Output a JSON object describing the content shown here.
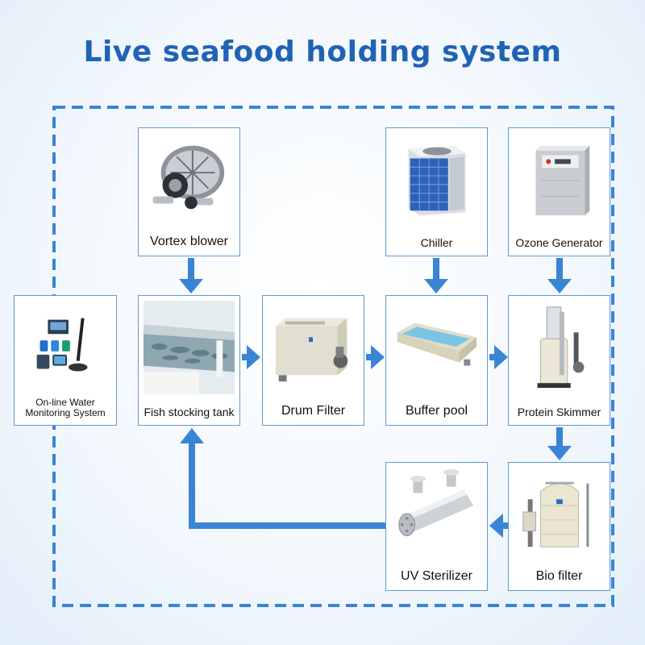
{
  "title": "Live seafood holding system",
  "colors": {
    "title": "#1f63b6",
    "arrow": "#3a84d6",
    "border": "#5d9bd4"
  },
  "components": {
    "vortex_blower": "Vortex blower",
    "chiller": "Chiller",
    "ozone_generator": "Ozone Generator",
    "monitoring": [
      "On-line Water",
      "Monitoring System"
    ],
    "fish_tank": "Fish stocking tank",
    "drum_filter": "Drum Filter",
    "buffer_pool": "Buffer pool",
    "protein_skimmer": "Protein Skimmer",
    "uv_sterilizer": "UV Sterilizer",
    "bio_filter": "Bio filter"
  }
}
